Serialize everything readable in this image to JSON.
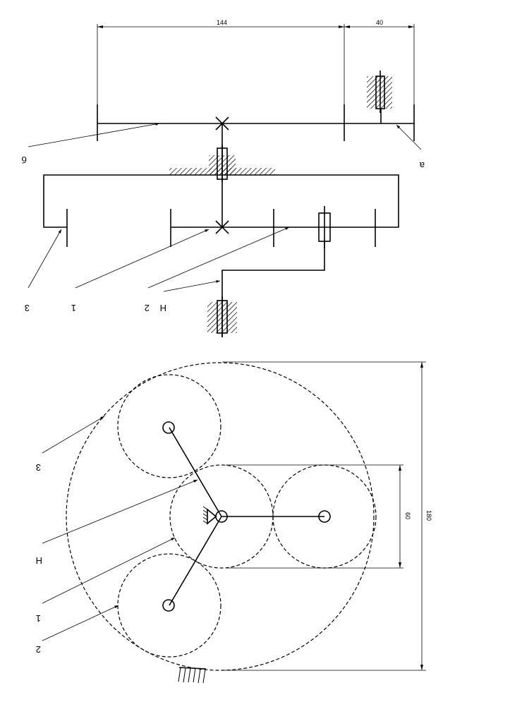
{
  "dimensions": {
    "top_length": "144",
    "top_short": "40",
    "circle_radius": "60",
    "overall_diameter": "180"
  },
  "labels": {
    "shaft_a": "a",
    "shaft_b": "б",
    "gear_3_top": "3",
    "gear_1_top": "1",
    "gear_2_top": "2",
    "carrier_top": "H",
    "gear_3_bottom": "3",
    "carrier_bottom": "H",
    "gear_1_bottom": "1",
    "gear_2_bottom": "2"
  }
}
